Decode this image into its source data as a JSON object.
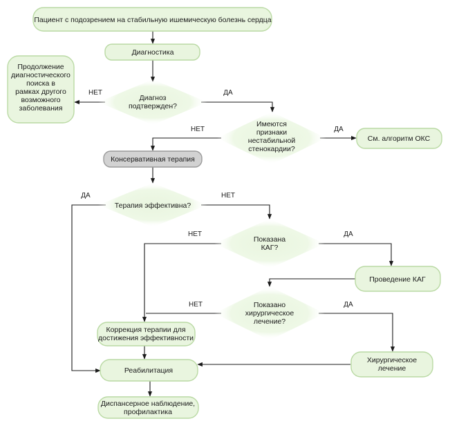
{
  "nodes": {
    "start": [
      "Пациент с подозрением на стабильную ишемическую болезнь сердца"
    ],
    "diagnostics": [
      "Диагностика"
    ],
    "continue_search": [
      "Продолжение",
      "диагностического",
      "поиска в",
      "рамках другого",
      "возможного",
      "заболевания"
    ],
    "diag_confirmed": [
      "Диагноз",
      "подтвержден?"
    ],
    "unstable_signs": [
      "Имеются",
      "признаки",
      "нестабильной",
      "стенокардии?"
    ],
    "oks_algorithm": [
      "См. алгоритм ОКС"
    ],
    "conservative": [
      "Консервативная терапия"
    ],
    "therapy_effective": [
      "Терапия эффективна?"
    ],
    "kag_indicated": [
      "Показана",
      "КАГ?"
    ],
    "perform_kag": [
      "Проведение КАГ"
    ],
    "surgery_indicated": [
      "Показано",
      "хирургическое",
      "лечение?"
    ],
    "therapy_correction": [
      "Коррекция терапии для",
      "достижения эффективности"
    ],
    "surgical_treatment": [
      "Хирургическое",
      "лечение"
    ],
    "rehabilitation": [
      "Реабилитация"
    ],
    "dispensary": [
      "Диспансерное наблюдение,",
      "профилактика"
    ]
  },
  "edge_labels": {
    "diag_no": "НЕТ",
    "diag_yes": "ДА",
    "unstable_no": "НЕТ",
    "unstable_yes": "ДА",
    "effective_yes": "ДА",
    "effective_no": "НЕТ",
    "kag_no": "НЕТ",
    "kag_yes": "ДА",
    "surgery_no": "НЕТ",
    "surgery_yes": "ДА"
  },
  "colors": {
    "box_fill": "#e9f5df",
    "box_stroke": "#b9d9a3",
    "highlight_fill": "#d2d2d2",
    "line": "#1a1a1a"
  }
}
